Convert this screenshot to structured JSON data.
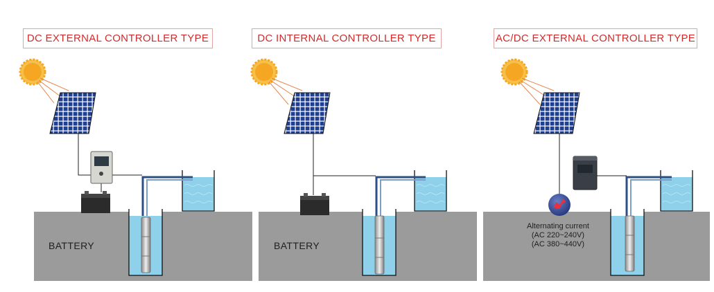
{
  "panels": [
    {
      "title": "DC EXTERNAL CONTROLLER TYPE",
      "ground_label": "BATTERY"
    },
    {
      "title": "DC INTERNAL CONTROLLER TYPE",
      "ground_label": "BATTERY"
    },
    {
      "title": "AC/DC EXTERNAL CONTROLLER TYPE",
      "ac_lines": [
        "Alternating current",
        "(AC  220~240V)",
        "(AC  380~440V)"
      ]
    }
  ],
  "colors": {
    "title_text": "#d22a2a",
    "title_border": "#e6a3a3",
    "ground": "#9b9b9b",
    "water": "#8fd0ea",
    "panel_cell": "#1f3f8f",
    "sun": "#f5a623"
  },
  "icons": [
    "sun-icon",
    "solar-panel-icon",
    "controller-icon",
    "battery-icon",
    "inverter-icon",
    "grid-plug-icon",
    "pump-icon",
    "water-tank-icon"
  ]
}
